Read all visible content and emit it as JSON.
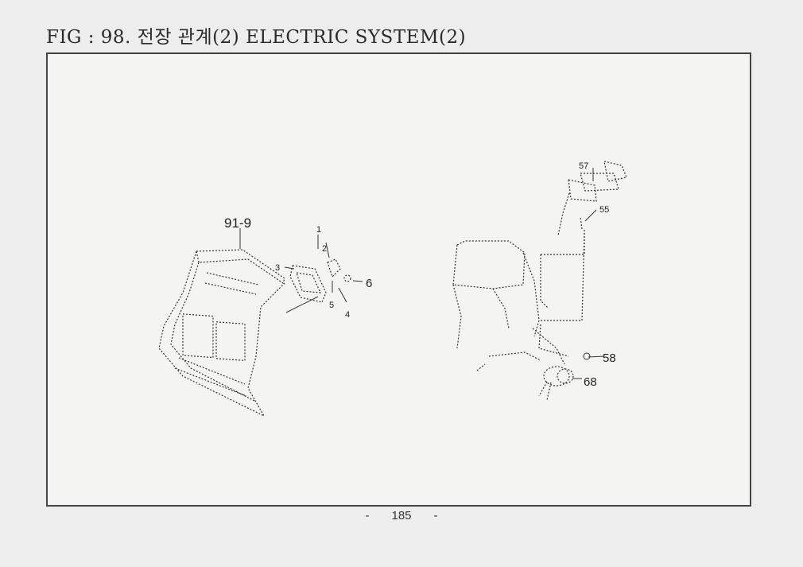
{
  "figure": {
    "title": "FIG : 98. 전장 관계(2) ELECTRIC SYSTEM(2)"
  },
  "callouts": {
    "grille": "91-9",
    "c1": "1",
    "c2": "2",
    "c3": "3",
    "c4": "4",
    "c5": "5",
    "c6": "6",
    "c57": "57",
    "c55": "55",
    "c58": "58",
    "c68": "68"
  },
  "footer": {
    "dash_left": "-",
    "page": "185",
    "dash_right": "-"
  }
}
